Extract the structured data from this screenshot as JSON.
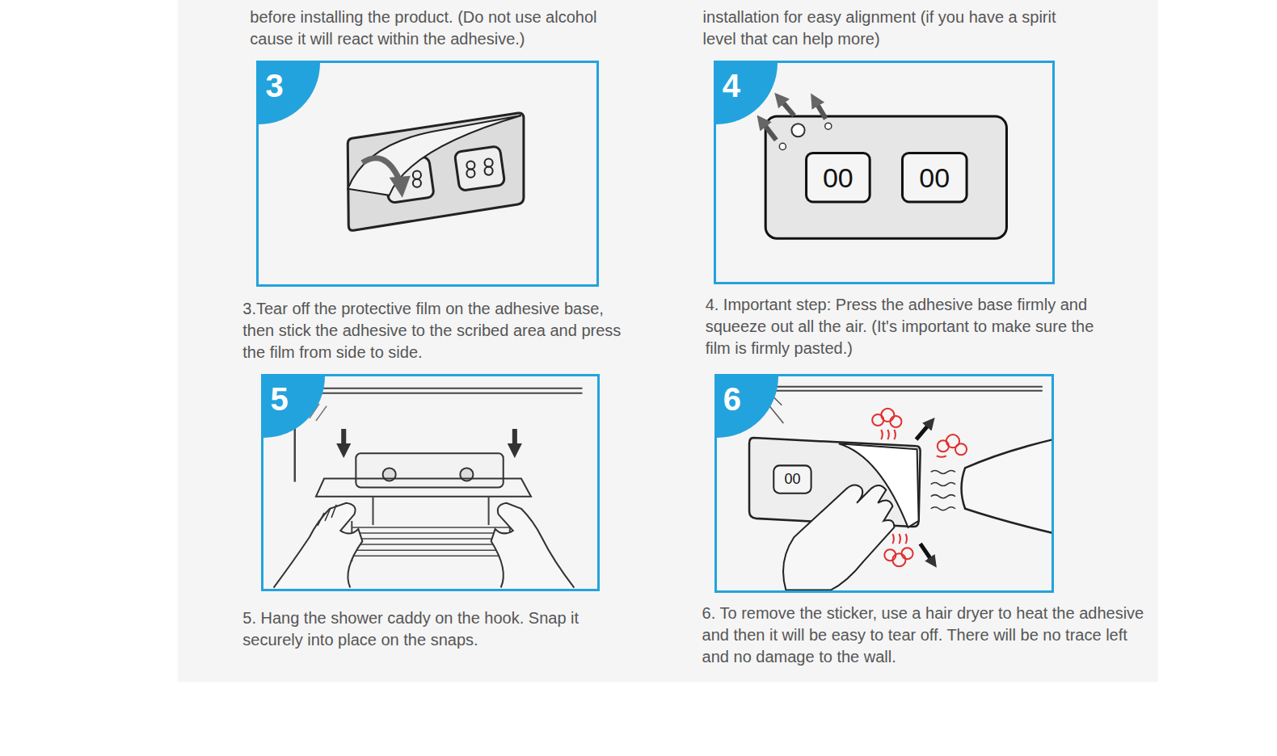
{
  "diagram": {
    "nodes": [
      {
        "text": [
          "3"
        ]
      },
      {
        "text": [
          "4"
        ]
      },
      {
        "text": [
          "5"
        ]
      },
      {
        "text": [
          "6"
        ]
      }
    ],
    "labels": [
      "before installing the product. (Do not use alcohol cause it will react within the adhesive.)",
      "installation for easy alignment (if you have a spirit level that can help more)",
      "3.Tear off the protective film on the adhesive base, then stick the adhesive to the scribed area and press the film from side to side.",
      "00",
      "00",
      "4. Important step: Press the adhesive base firmly and squeeze out all the air. (It's important to make sure the film is firmly pasted.)",
      "5. Hang the shower caddy on the hook. Snap it securely into place on the snaps.",
      "00",
      "6. To remove the sticker, use a hair dryer to heat the adhesive and then it will be easy to tear off. There will be no trace left and no damage to the wall."
    ]
  }
}
